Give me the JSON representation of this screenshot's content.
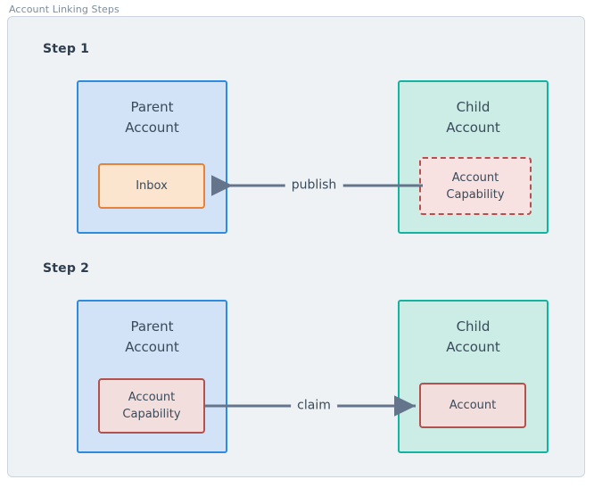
{
  "diagram": {
    "title": "Account Linking Steps",
    "colors": {
      "canvas": "#eff2f5",
      "frame_border": "#ccd5dd",
      "parent_fill": "#d3e3f7",
      "parent_border": "#2e8ce0",
      "child_fill": "#ccece6",
      "child_border": "#12b3a0",
      "inbox_fill": "#fce5cf",
      "inbox_border": "#e8813a",
      "capability_fill": "#f3dede",
      "capability_border": "#b4504e",
      "connector": "#64748b",
      "text": "#394a5a",
      "heading": "#2e3d4d",
      "title": "#7d8d9c"
    },
    "steps": [
      {
        "label": "Step 1",
        "parent": {
          "title": "Parent\nAccount",
          "resource": {
            "label": "Inbox",
            "border_style": "solid",
            "accent": "#e8813a"
          }
        },
        "child": {
          "title": "Child\nAccount",
          "resource": {
            "label": "Account\nCapability",
            "border_style": "dashed",
            "accent": "#b4504e"
          }
        },
        "connector": {
          "label": "publish",
          "direction": "left"
        }
      },
      {
        "label": "Step 2",
        "parent": {
          "title": "Parent\nAccount",
          "resource": {
            "label": "Account\nCapability",
            "border_style": "solid",
            "accent": "#b4504e"
          }
        },
        "child": {
          "title": "Child\nAccount",
          "resource": {
            "label": "Account",
            "border_style": "solid",
            "accent": "#b4504e"
          }
        },
        "connector": {
          "label": "claim",
          "direction": "right"
        }
      }
    ]
  }
}
